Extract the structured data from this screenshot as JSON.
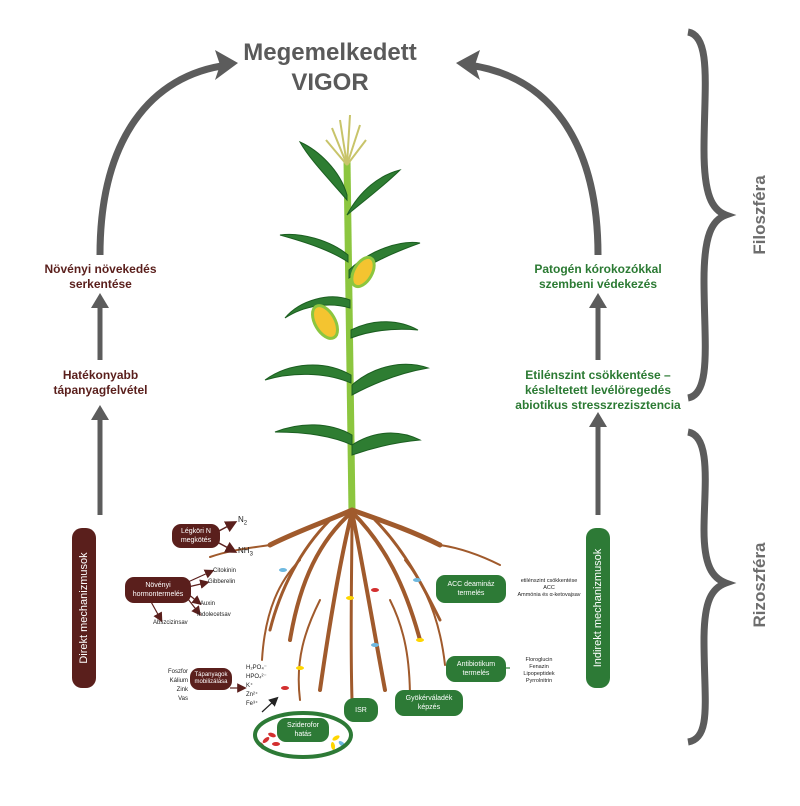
{
  "title_line1": "Megemelkedett",
  "title_line2": "VIGOR",
  "left": {
    "top_label_1": "Növényi növekedés",
    "top_label_2": "serkentése",
    "mid_label_1": "Hatékonyabb",
    "mid_label_2": "tápanyagfelvétel",
    "pill": "Direkt mechanizmusok"
  },
  "right": {
    "top_label_1": "Patogén kórokozókkal",
    "top_label_2": "szembeni védekezés",
    "mid_label_1": "Etilénszint csökkentése –",
    "mid_label_2": "késleltetett levélöregedés",
    "mid_label_3": "abiotikus stresszrezisztencia",
    "pill": "Indirekt mechanizmusok"
  },
  "side_labels": {
    "top": "Filoszféra",
    "bottom": "Rizoszféra"
  },
  "nitrogen": {
    "pill_1": "Légköri N",
    "pill_2": "megkötés",
    "n2": "N",
    "n2_sub": "2",
    "nh3": "NH",
    "nh3_sub": "3"
  },
  "hormone": {
    "pill_1": "Növényi",
    "pill_2": "hormontermelés",
    "items": [
      "Citokinin",
      "Gibberelin",
      "Auxin",
      "Indolecetsav",
      "Abszcizinsav"
    ]
  },
  "nutrient": {
    "pill_1": "Tápanyagok",
    "pill_2": "mobilizálása",
    "inputs": [
      "Foszfor",
      "Kálium",
      "Zink",
      "Vas"
    ],
    "outputs": [
      "H₂PO₄⁻",
      "HPO₄²⁻",
      "K⁺",
      "Zn²⁺",
      "Fe³⁺"
    ]
  },
  "siderophore": {
    "pill_1": "Sziderofor",
    "pill_2": "hatás"
  },
  "isr": "ISR",
  "root_exudate": {
    "pill_1": "Gyökérváladék",
    "pill_2": "képzés"
  },
  "acc": {
    "pill_1": "ACC deamináz",
    "pill_2": "termelés",
    "notes": [
      "etilénszint csökkentése",
      "ACC",
      "Ammónia és α-ketovajsav"
    ]
  },
  "antibiotic": {
    "pill_1": "Antibiotikum",
    "pill_2": "termelés",
    "notes": [
      "Floroglucin",
      "Fenazin",
      "Lipopeptidek",
      "Pyrrolnitrin"
    ]
  },
  "colors": {
    "arrow_gray": "#5c5c5c",
    "brown": "#5a1f1c",
    "green": "#2d7a36",
    "stem": "#8cc63f",
    "leaf": "#2e7d32",
    "root": "#a05a2c"
  }
}
